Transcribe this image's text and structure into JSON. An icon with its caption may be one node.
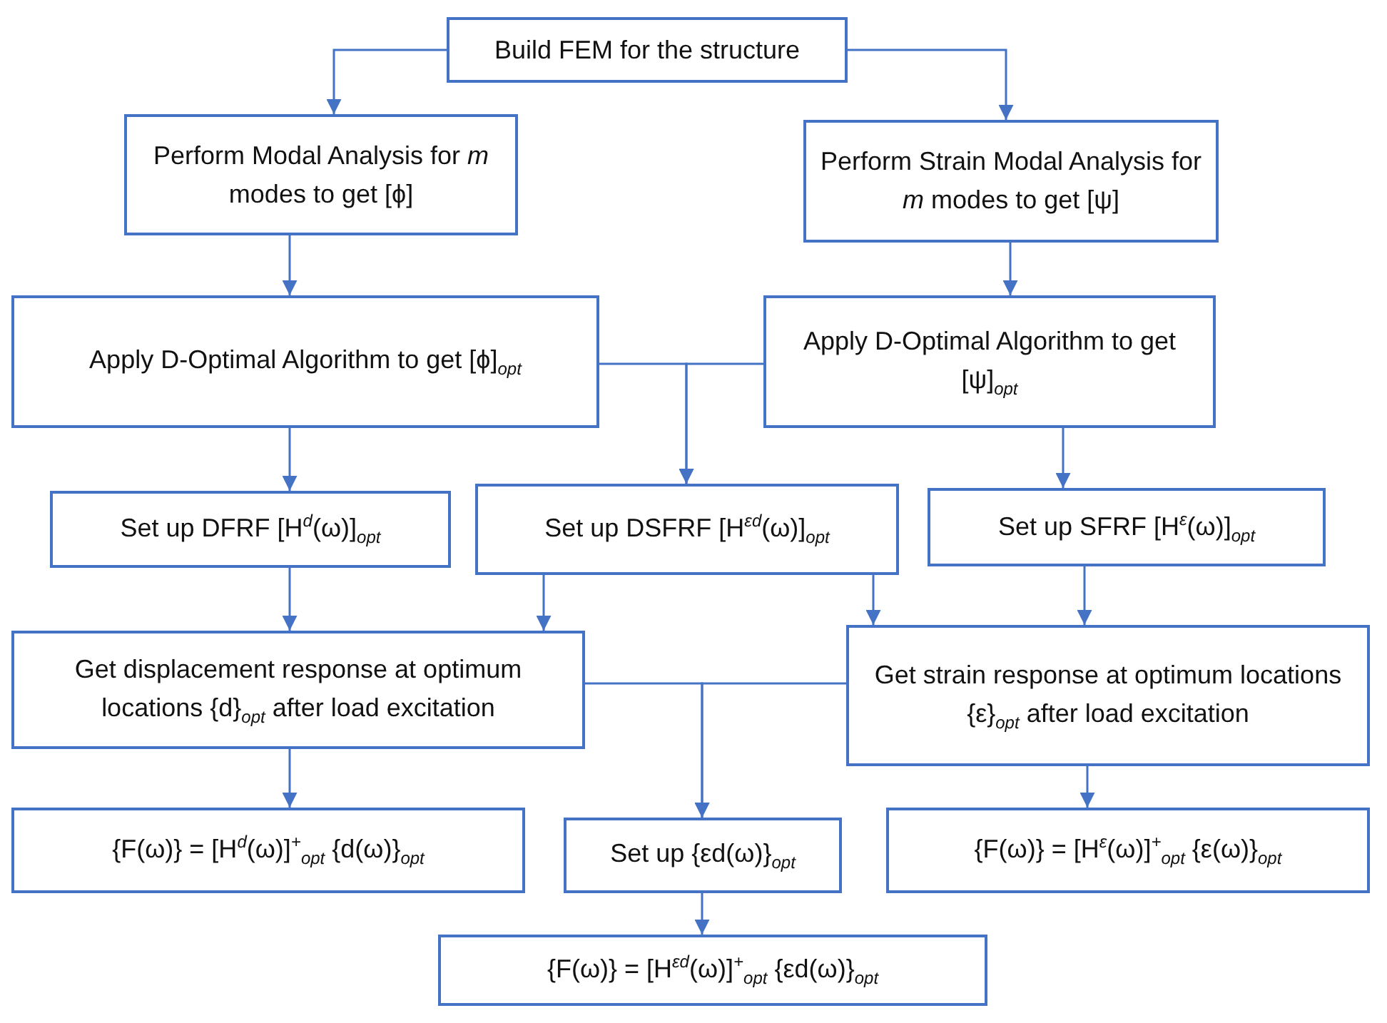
{
  "diagram": {
    "nodes": [
      {
        "text": [
          "Build FEM for the structure"
        ]
      },
      {
        "text": [
          "Perform Modal Analysis for *m* modes to get [ϕ]"
        ]
      },
      {
        "text": [
          "Perform Strain Modal Analysis for *m* modes to get [ψ]"
        ]
      },
      {
        "text": [
          "Apply D-Optimal Algorithm to get [ϕ]$_{opt}$"
        ]
      },
      {
        "text": [
          "Apply D-Optimal Algorithm to get [ψ]$_{opt}$"
        ]
      },
      {
        "text": [
          "Set up DFRF [H$^{d}$(ω)]$_{opt}$"
        ]
      },
      {
        "text": [
          "Set up DSFRF [H$^{εd}$(ω)]$_{opt}$"
        ]
      },
      {
        "text": [
          "Set up SFRF [H$^{ε}$(ω)]$_{opt}$"
        ]
      },
      {
        "text": [
          "Get displacement response at optimum locations {d}$_{opt}$ after load excitation"
        ]
      },
      {
        "text": [
          "Get strain response at optimum locations {ε}$_{opt}$ after load excitation"
        ]
      },
      {
        "text": [
          "{F(ω)} = [H$^{d}$(ω)]$^{+}$$_{opt}$ {d(ω)}$_{opt}$"
        ]
      },
      {
        "text": [
          "Set up {εd(ω)}$_{opt}$"
        ]
      },
      {
        "text": [
          "{F(ω)} = [H$^{ε}$(ω)]$^{+}$$_{opt}$ {ε(ω)}$_{opt}$"
        ]
      },
      {
        "text": [
          "{F(ω)} = [H$^{εd}$(ω)]$^{+}$$_{opt}$ {εd(ω)}$_{opt}$"
        ]
      }
    ],
    "edges": [
      {
        "from": 0,
        "to": 1,
        "arrow": "to"
      },
      {
        "from": 0,
        "to": 2,
        "arrow": "to"
      },
      {
        "from": 1,
        "to": 3,
        "arrow": "to"
      },
      {
        "from": 2,
        "to": 4,
        "arrow": "to"
      },
      {
        "from": 3,
        "to": 5,
        "arrow": "to"
      },
      {
        "from": 3,
        "to": 6,
        "arrow": "to"
      },
      {
        "from": 4,
        "to": 6,
        "arrow": "to"
      },
      {
        "from": 4,
        "to": 7,
        "arrow": "to"
      },
      {
        "from": 5,
        "to": 8,
        "arrow": "to"
      },
      {
        "from": 6,
        "to": 8,
        "arrow": "to"
      },
      {
        "from": 6,
        "to": 9,
        "arrow": "to"
      },
      {
        "from": 7,
        "to": 9,
        "arrow": "to"
      },
      {
        "from": 8,
        "to": 10,
        "arrow": "to"
      },
      {
        "from": 8,
        "to": 11,
        "arrow": "to"
      },
      {
        "from": 9,
        "to": 11,
        "arrow": "to"
      },
      {
        "from": 9,
        "to": 12,
        "arrow": "to"
      },
      {
        "from": 11,
        "to": 13,
        "arrow": "to"
      }
    ]
  }
}
